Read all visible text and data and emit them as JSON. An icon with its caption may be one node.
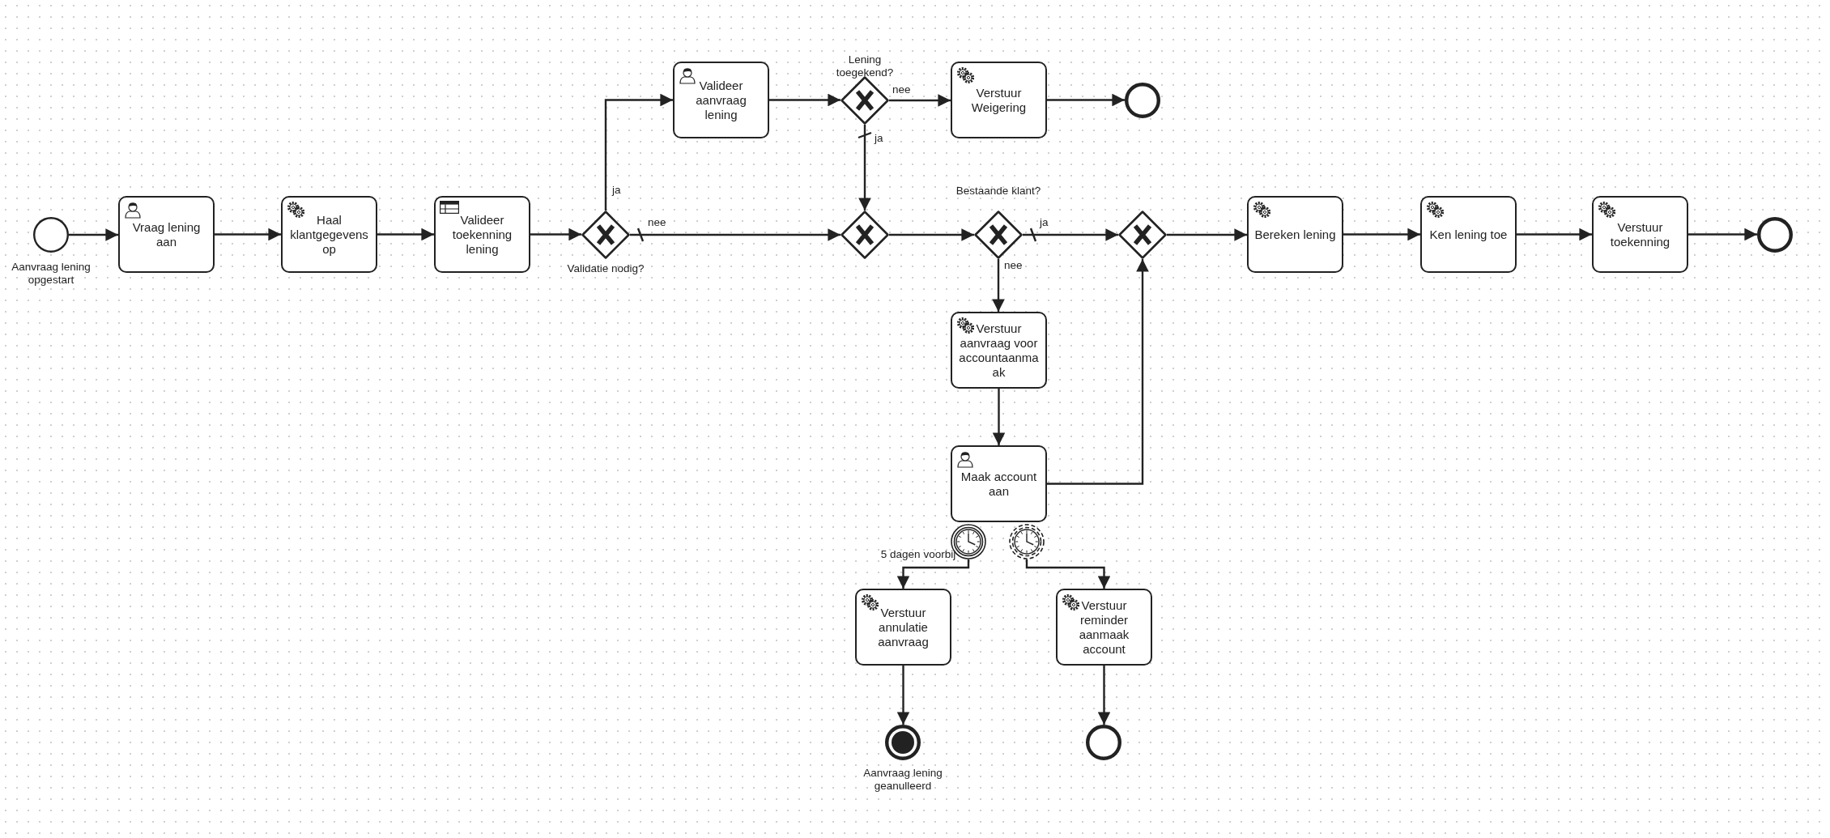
{
  "diagram": {
    "nodes": [
      {
        "text": [],
        "shape": "circle",
        "beside": [
          "Aanvraag lening opgestart"
        ]
      },
      {
        "text": [
          "Vraag lening aan"
        ]
      },
      {
        "text": [
          "Haal klantgegevens op"
        ]
      },
      {
        "text": [
          "Valideer toekenning lening"
        ]
      },
      {
        "text": [],
        "shape": "diamond",
        "beside": [
          "Validatie nodig?"
        ]
      },
      {
        "text": [
          "Valideer aanvraag lening"
        ]
      },
      {
        "text": [],
        "shape": "diamond",
        "beside": [
          "Lening toegekend?"
        ]
      },
      {
        "text": [
          "Verstuur Weigering"
        ]
      },
      {
        "text": [],
        "shape": "circle"
      },
      {
        "text": [],
        "shape": "diamond"
      },
      {
        "text": [],
        "shape": "diamond",
        "beside": [
          "Bestaande klant?"
        ]
      },
      {
        "text": [],
        "shape": "diamond"
      },
      {
        "text": [
          "Bereken lening"
        ]
      },
      {
        "text": [
          "Ken lening toe"
        ]
      },
      {
        "text": [
          "Verstuur toekenning"
        ]
      },
      {
        "text": [],
        "shape": "circle"
      },
      {
        "text": [
          "Verstuur aanvraag voor accountaanmaak"
        ]
      },
      {
        "text": [
          "Maak account aan"
        ]
      },
      {
        "text": [],
        "shape": "circle",
        "beside": [
          "5 dagen voorbij"
        ]
      },
      {
        "text": [],
        "shape": "circle"
      },
      {
        "text": [
          "Verstuur annulatie aanvraag"
        ]
      },
      {
        "text": [
          "Verstuur reminder aanmaak account"
        ]
      },
      {
        "text": [],
        "shape": "circle",
        "beside": [
          "Aanvraag lening geanulleerd"
        ]
      },
      {
        "text": [],
        "shape": "circle"
      }
    ],
    "edges": [
      {
        "from": 0,
        "to": 1,
        "arrow": "to"
      },
      {
        "from": 1,
        "to": 2,
        "arrow": "to"
      },
      {
        "from": 2,
        "to": 3,
        "arrow": "to"
      },
      {
        "from": 3,
        "to": 4,
        "arrow": "to"
      },
      {
        "from": 4,
        "to": 5,
        "arrow": "to",
        "label": "ja"
      },
      {
        "from": 4,
        "to": 9,
        "arrow": "to",
        "label": "nee"
      },
      {
        "from": 5,
        "to": 6,
        "arrow": "to"
      },
      {
        "from": 6,
        "to": 7,
        "arrow": "to",
        "label": "nee"
      },
      {
        "from": 7,
        "to": 8,
        "arrow": "to"
      },
      {
        "from": 6,
        "to": 9,
        "arrow": "to",
        "label": "ja"
      },
      {
        "from": 9,
        "to": 10,
        "arrow": "to"
      },
      {
        "from": 10,
        "to": 11,
        "arrow": "to",
        "label": "ja"
      },
      {
        "from": 10,
        "to": 16,
        "arrow": "to",
        "label": "nee"
      },
      {
        "from": 11,
        "to": 12,
        "arrow": "to"
      },
      {
        "from": 12,
        "to": 13,
        "arrow": "to"
      },
      {
        "from": 13,
        "to": 14,
        "arrow": "to"
      },
      {
        "from": 14,
        "to": 15,
        "arrow": "to"
      },
      {
        "from": 16,
        "to": 17,
        "arrow": "to"
      },
      {
        "from": 17,
        "to": 11,
        "arrow": "to"
      },
      {
        "from": 18,
        "to": 20,
        "arrow": "to"
      },
      {
        "from": 19,
        "to": 21,
        "arrow": "to"
      },
      {
        "from": 20,
        "to": 22,
        "arrow": "to"
      },
      {
        "from": 21,
        "to": 23,
        "arrow": "to"
      }
    ]
  }
}
